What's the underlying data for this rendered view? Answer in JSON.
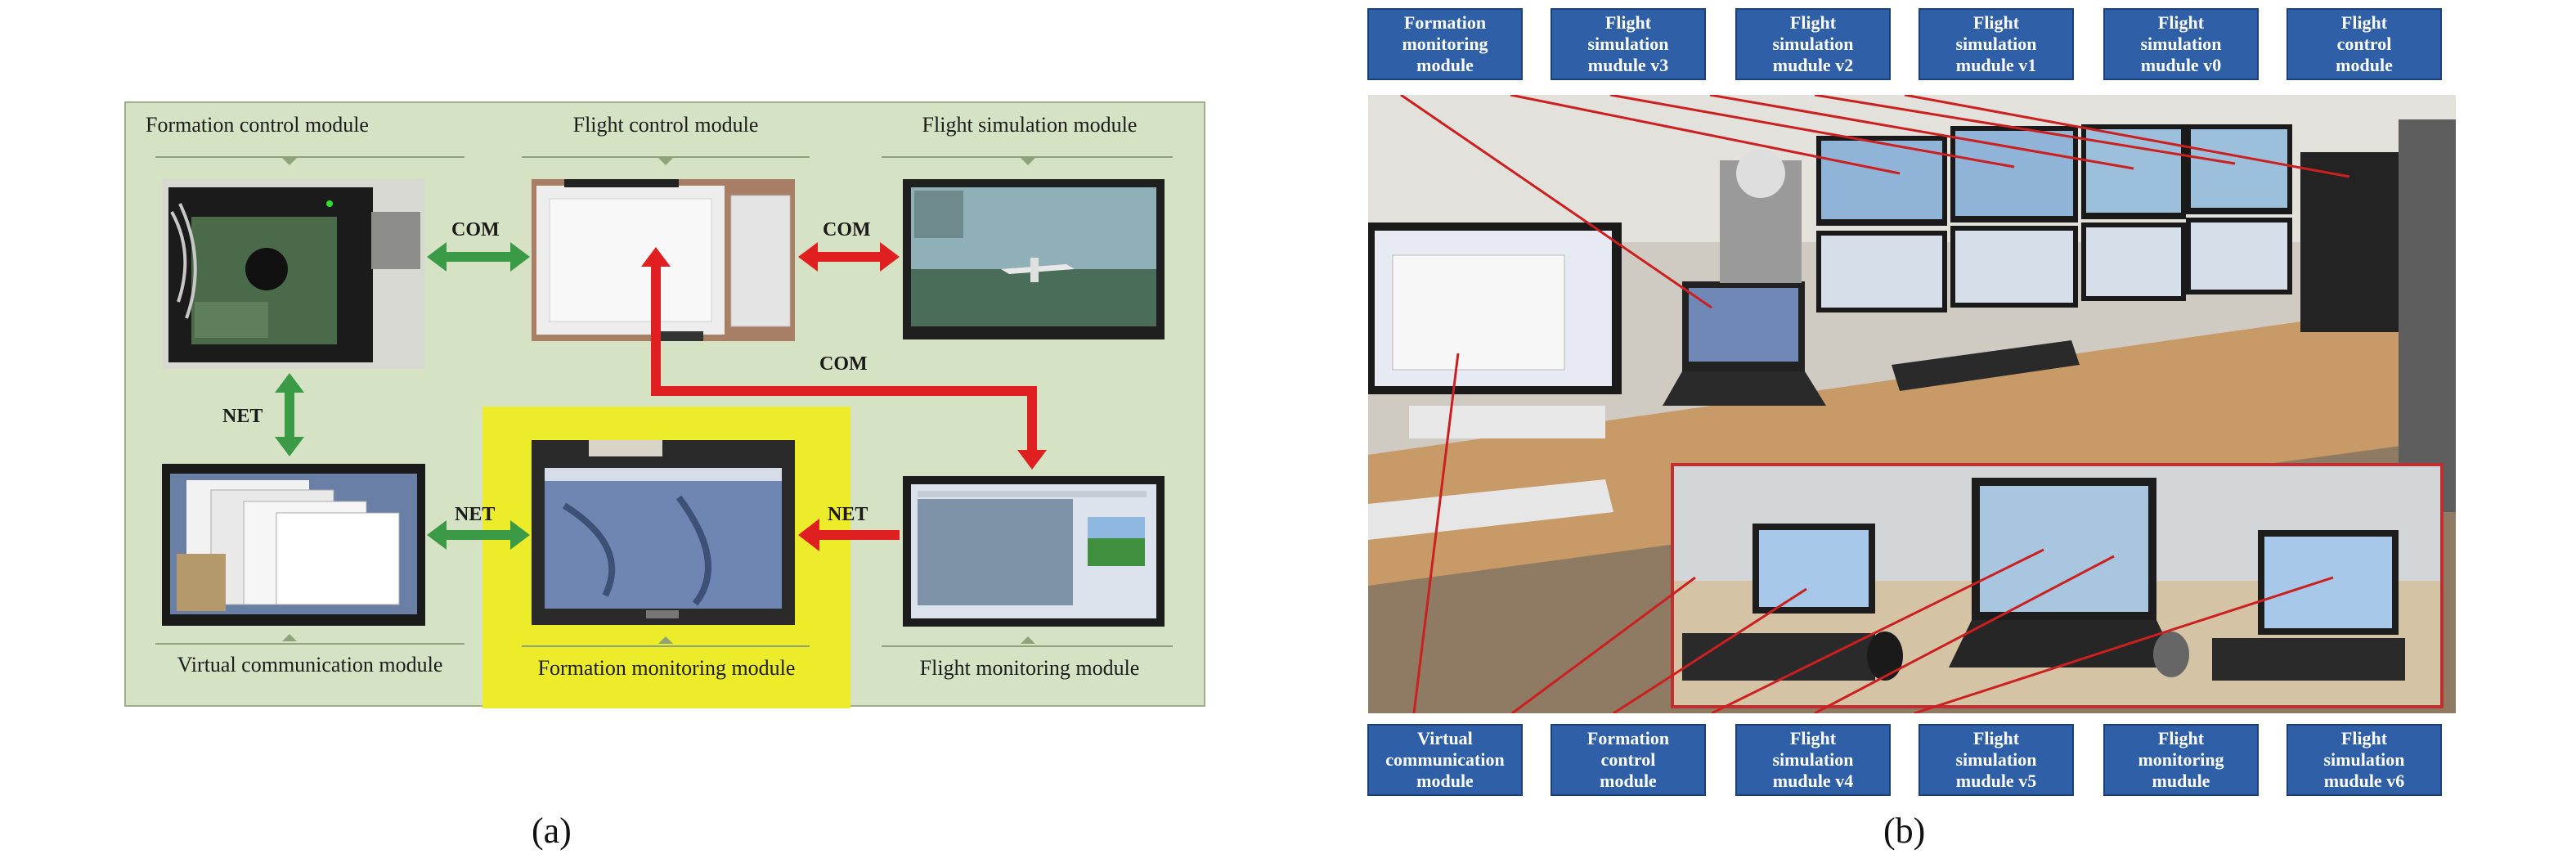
{
  "panel_a": {
    "modules": {
      "formation_control": "Formation control module",
      "flight_control": "Flight control module",
      "flight_simulation": "Flight simulation module",
      "virtual_communication": "Virtual communication module",
      "formation_monitoring": "Formation monitoring module",
      "flight_monitoring": "Flight monitoring module"
    },
    "links": {
      "com_left": "COM",
      "com_right": "COM",
      "com_long": "COM",
      "net_vertical": "NET",
      "net_left": "NET",
      "net_right": "NET"
    },
    "colors": {
      "green_link": "#3a9a45",
      "red_link": "#e02020",
      "highlight": "#ecec2b"
    },
    "caption": "(a)"
  },
  "panel_b": {
    "top_labels": [
      "Formation\nmonitoring\nmodule",
      "Flight\nsimulation\nmudule v3",
      "Flight\nsimulation\nmudule v2",
      "Flight\nsimulation\nmudule v1",
      "Flight\nsimulation\nmudule v0",
      "Flight\ncontrol\nmodule"
    ],
    "bottom_labels": [
      "Virtual\ncommunication\nmodule",
      "Formation\ncontrol\nmodule",
      "Flight\nsimulation\nmudule v4",
      "Flight\nsimulation\nmudule v5",
      "Flight\nmonitoring\nmudule",
      "Flight\nsimulation\nmudule v6"
    ],
    "caption": "(b)"
  }
}
